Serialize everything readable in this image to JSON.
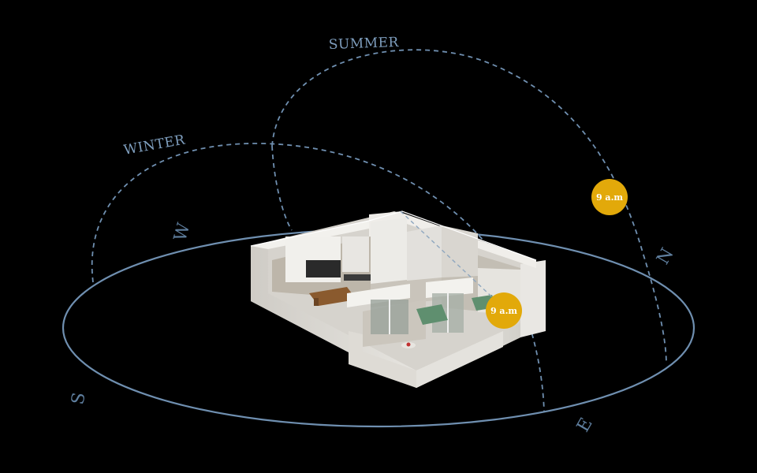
{
  "paths": {
    "summer_label": "SUMMER",
    "winter_label": "WINTER"
  },
  "compass": {
    "north": "N",
    "south": "S",
    "east": "E",
    "west": "W"
  },
  "suns": [
    {
      "label": "9 a.m",
      "season": "summer"
    },
    {
      "label": "9 a.m",
      "season": "winter"
    }
  ],
  "colors": {
    "background": "#000000",
    "orbit": "#6f8fb0",
    "sun_path": "#6f8fb0",
    "sun": "#e2a90a",
    "building": "#e8e6e2"
  }
}
